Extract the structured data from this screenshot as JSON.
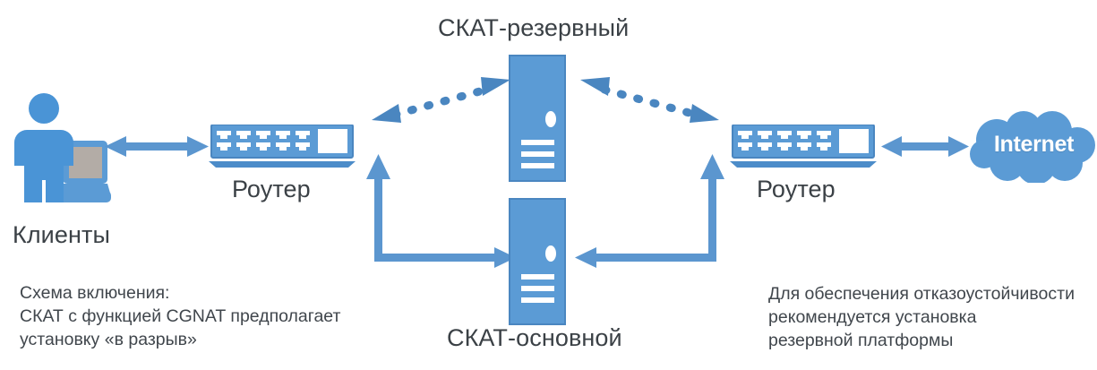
{
  "diagram": {
    "title_backup": "СКАТ-резервный",
    "title_main": "СКАТ-основной",
    "router_left": "Роутер",
    "router_right": "Роутер",
    "clients": "Клиенты",
    "internet": "Internet",
    "caption_left": "Схема включения:\nСКАТ с функцией CGNAT предполагает\nустановку «в разрыв»",
    "caption_right": "Для обеспечения отказоустойчивости\nрекомендуется установка\nрезервной платформы",
    "colors": {
      "primary_blue": "#5b9bd5",
      "arrow_blue": "#5b96cf",
      "text_dark": "#3b4146",
      "background": "#ffffff",
      "screen_gray": "#b3aca6"
    },
    "icons": {
      "client": "person-with-computer-icon",
      "router": "router-switch-icon",
      "server": "server-tower-icon",
      "cloud": "cloud-icon"
    },
    "connections": [
      {
        "name": "clients-to-router-left",
        "style": "solid",
        "heads": "both"
      },
      {
        "name": "router-left-to-skat-backup",
        "style": "dashed",
        "heads": "both"
      },
      {
        "name": "router-right-to-skat-backup",
        "style": "dashed",
        "heads": "both"
      },
      {
        "name": "router-left-to-skat-main",
        "style": "solid",
        "heads": "both"
      },
      {
        "name": "router-right-to-skat-main",
        "style": "solid",
        "heads": "both"
      },
      {
        "name": "router-right-to-internet",
        "style": "solid",
        "heads": "both"
      }
    ]
  }
}
